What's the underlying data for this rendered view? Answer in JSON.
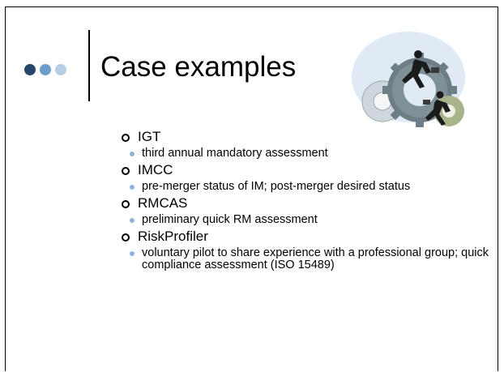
{
  "slide": {
    "title": "Case examples",
    "items": [
      {
        "label": "IGT",
        "sub": [
          "third annual mandatory assessment"
        ]
      },
      {
        "label": "IMCC",
        "sub": [
          "pre-merger status of IM; post-merger desired status"
        ]
      },
      {
        "label": "RMCAS",
        "sub": [
          "preliminary quick RM assessment"
        ]
      },
      {
        "label": "RiskProfiler",
        "sub": [
          "voluntary pilot to share experience with a professional group; quick compliance assessment (ISO 15489)"
        ]
      }
    ],
    "art": "business-people-gears-clipart",
    "colors": {
      "dot_dark": "#27466b",
      "dot_mid": "#6f9dcb",
      "dot_light": "#b7cfe4",
      "sub_bullet": "#8fb3d6"
    }
  }
}
